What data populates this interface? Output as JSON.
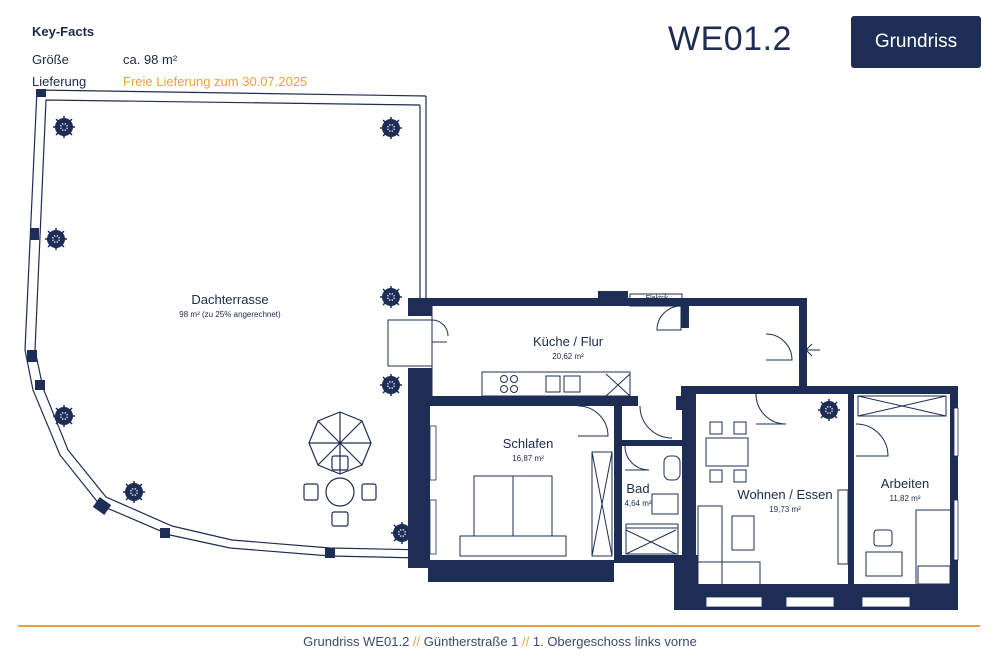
{
  "keyfacts": {
    "title": "Key-Facts",
    "rows": [
      {
        "label": "Größe",
        "value": "ca. 98 m²"
      },
      {
        "label": "Lieferung",
        "value": "Freie Lieferung zum 30.07.2025"
      }
    ]
  },
  "unit_id": "WE01.2",
  "grundriss_button": "Grundriss",
  "rooms": {
    "dachterrasse": {
      "name": "Dachterrasse",
      "area": "98 m² (zu 25% angerechnet)"
    },
    "kueche": {
      "name": "Küche / Flur",
      "area": "20,62 m²"
    },
    "elektrik": "Elektrik",
    "schlafen": {
      "name": "Schlafen",
      "area": "16,87 m²"
    },
    "bad": {
      "name": "Bad",
      "area": "4,64 m²"
    },
    "wohnen": {
      "name": "Wohnen / Essen",
      "area": "19,73 m²"
    },
    "arbeiten": {
      "name": "Arbeiten",
      "area": "11,82 m²"
    }
  },
  "footer": {
    "part1": "Grundriss WE01.2",
    "sep": " // ",
    "part2": "Güntherstraße 1",
    "part3": "1. Obergeschoss links vorne"
  },
  "colors": {
    "wall": "#1d2d55",
    "accent": "#e9a23b"
  }
}
